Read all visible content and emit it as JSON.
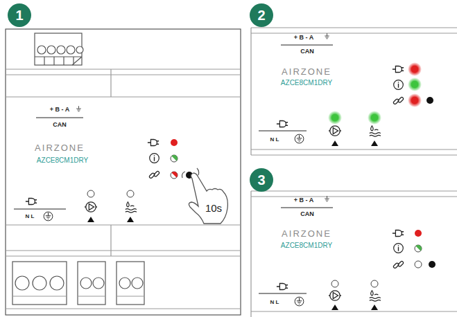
{
  "diagram": {
    "nodes": [
      {
        "text": [
          "1"
        ]
      },
      {
        "text": [
          "2"
        ]
      },
      {
        "text": [
          "3"
        ]
      }
    ],
    "labels": [
      "+ B - A",
      "CAN",
      "AIRZONE",
      "AZCE8CM1DRY",
      "N L",
      "10s",
      "+ B - A",
      "CAN",
      "AIRZONE",
      "AZCE8CM1DRY",
      "N L",
      "+ B - A",
      "CAN",
      "AIRZONE",
      "AZCE8CM1DRY",
      "N L"
    ]
  }
}
